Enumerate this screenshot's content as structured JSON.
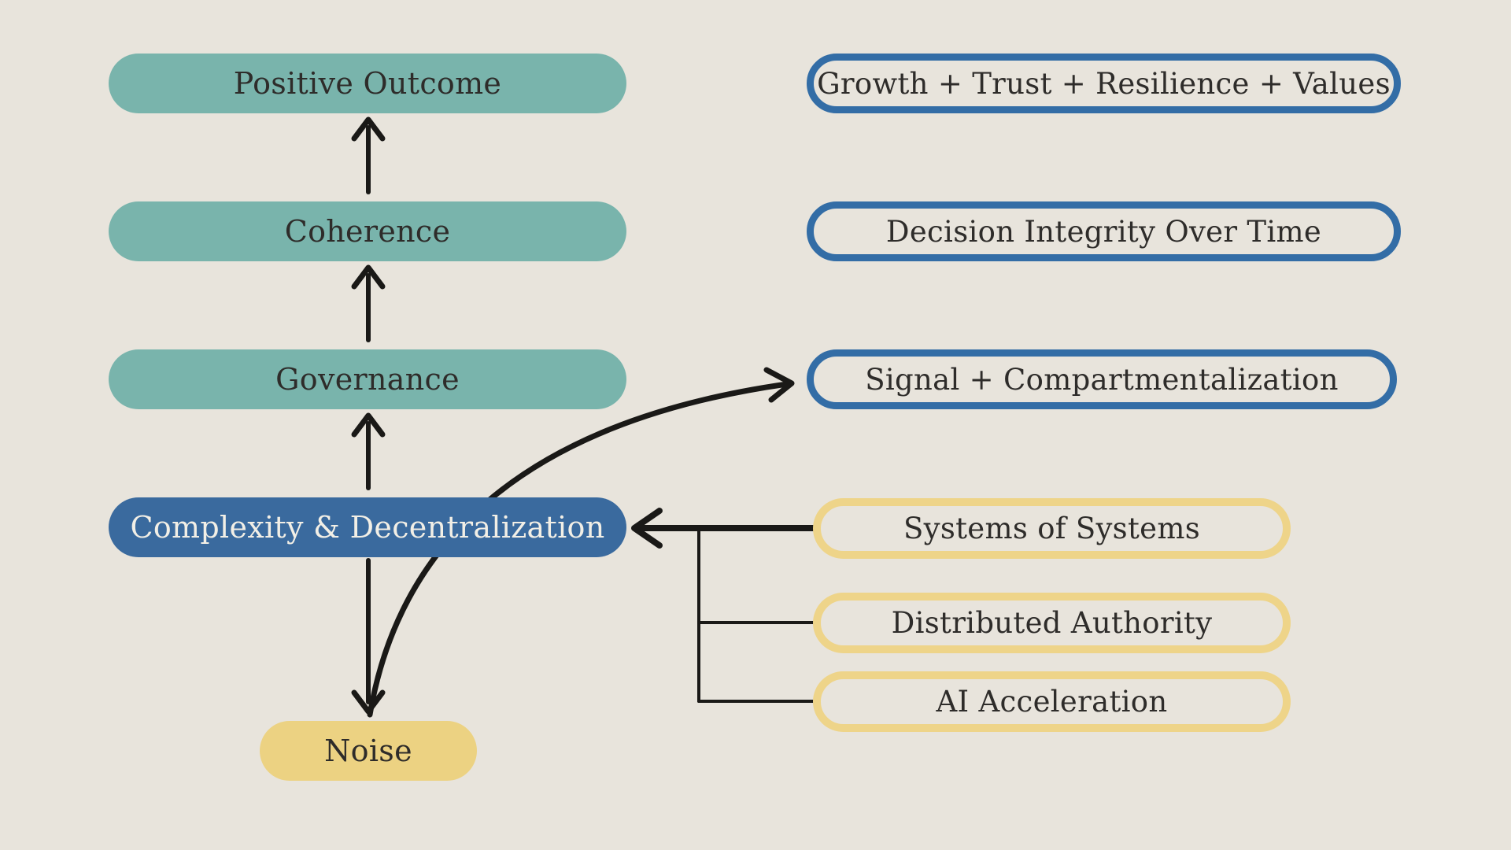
{
  "diagram": {
    "background_color": "#e8e4dc",
    "colors": {
      "teal_fill": "#79b4ac",
      "blue_fill": "#3a6a9e",
      "blue_outline": "#336da6",
      "yellow_fill": "#ecd282",
      "yellow_outline": "#eed489",
      "text_dark": "#2e2c2a",
      "text_light": "#f2efe6",
      "arrow_stroke": "#1a1917"
    },
    "main_chain": {
      "positive_outcome": {
        "label": "Positive Outcome"
      },
      "coherence": {
        "label": "Coherence"
      },
      "governance": {
        "label": "Governance"
      },
      "complexity": {
        "label": "Complexity & Decentralization"
      },
      "noise": {
        "label": "Noise"
      }
    },
    "annotations": {
      "growth": {
        "label": "Growth + Trust + Resilience + Values"
      },
      "decision_integrity": {
        "label": "Decision Integrity Over Time"
      },
      "signal": {
        "label": "Signal + Compartmentalization"
      },
      "systems_of_systems": {
        "label": "Systems of Systems"
      },
      "distributed_authority": {
        "label": "Distributed Authority"
      },
      "ai_acceleration": {
        "label": "AI Acceleration"
      }
    }
  }
}
